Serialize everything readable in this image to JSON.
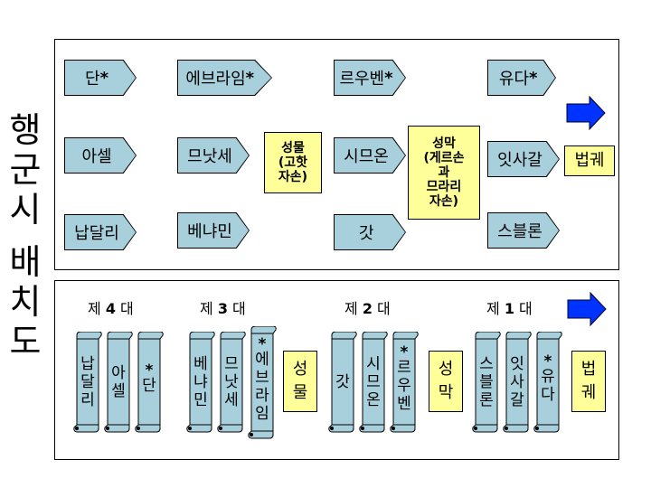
{
  "title_chars": [
    "행",
    "군",
    "시",
    "배",
    "치",
    "도"
  ],
  "top": {
    "tags": [
      {
        "label": "단",
        "star": "*"
      },
      {
        "label": "에브라임",
        "star": "*"
      },
      {
        "label": "르우벤",
        "star": "*"
      },
      {
        "label": "유다",
        "star": "*"
      },
      {
        "label": "아셀",
        "star": ""
      },
      {
        "label": "므낫세",
        "star": ""
      },
      {
        "label": "시므온",
        "star": ""
      },
      {
        "label": "잇사갈",
        "star": ""
      },
      {
        "label": "납달리",
        "star": ""
      },
      {
        "label": "베냐민",
        "star": ""
      },
      {
        "label": "갓",
        "star": ""
      },
      {
        "label": "스블론",
        "star": ""
      }
    ],
    "tabernacle_goods": [
      "성물",
      "(고핫",
      "자손)"
    ],
    "tabernacle_tent": [
      "성막",
      "(게르손",
      "과",
      "므라리",
      "자손)"
    ],
    "ark_label": "법궤"
  },
  "bottom": {
    "generations": [
      {
        "prefix": "제 ",
        "num": "4",
        "suffix": " 대"
      },
      {
        "prefix": "제 ",
        "num": "3",
        "suffix": " 대"
      },
      {
        "prefix": "제 ",
        "num": "2",
        "suffix": " 대"
      },
      {
        "prefix": "제 ",
        "num": "1",
        "suffix": " 대"
      }
    ],
    "scrolls": [
      {
        "chars": [
          "납",
          "달",
          "리"
        ],
        "star": ""
      },
      {
        "chars": [
          "아",
          "셀"
        ],
        "star": ""
      },
      {
        "chars": [
          "단"
        ],
        "star": "*"
      },
      {
        "chars": [
          "베",
          "냐",
          "민"
        ],
        "star": ""
      },
      {
        "chars": [
          "므",
          "낫",
          "세"
        ],
        "star": ""
      },
      {
        "chars": [
          "에",
          "브",
          "라",
          "임"
        ],
        "star": "*"
      },
      {
        "chars": [
          "갓"
        ],
        "star": ""
      },
      {
        "chars": [
          "시",
          "므",
          "온"
        ],
        "star": ""
      },
      {
        "chars": [
          "르",
          "우",
          "벤"
        ],
        "star": "*"
      },
      {
        "chars": [
          "스",
          "블",
          "론"
        ],
        "star": ""
      },
      {
        "chars": [
          "잇",
          "사",
          "갈"
        ],
        "star": ""
      },
      {
        "chars": [
          "유",
          "다"
        ],
        "star": "*"
      }
    ],
    "goods_chars": [
      "성",
      "물"
    ],
    "tent_chars": [
      "성",
      "막"
    ],
    "ark_chars": [
      "법",
      "궤"
    ]
  },
  "colors": {
    "tag_fill": "#a8d0dc",
    "box_fill": "#ffff99",
    "arrow_blue": "#0033ff"
  }
}
